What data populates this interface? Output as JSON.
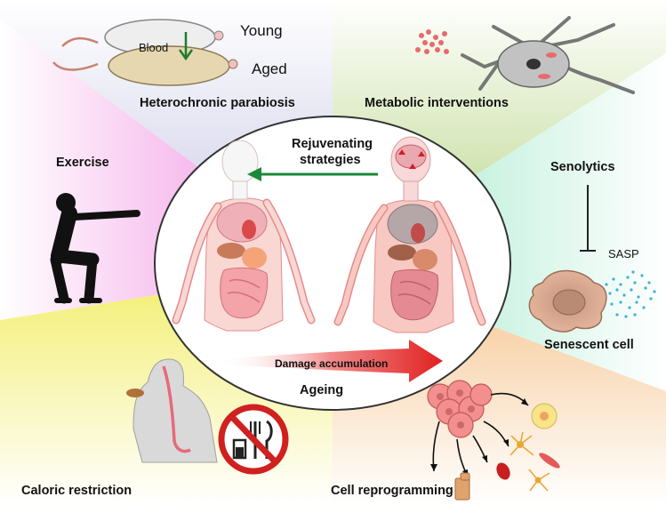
{
  "sections": {
    "parabiosis": {
      "title": "Heterochronic parabiosis",
      "young": "Young",
      "aged": "Aged",
      "blood": "Blood"
    },
    "metabolic": {
      "title": "Metabolic interventions"
    },
    "exercise": {
      "title": "Exercise"
    },
    "senolytics": {
      "title": "Senolytics",
      "sasp": "SASP",
      "cell": "Senescent cell"
    },
    "caloric": {
      "title": "Caloric restriction"
    },
    "reprogramming": {
      "title": "Cell reprogramming"
    }
  },
  "center": {
    "rejuvenating_line1": "Rejuvenating",
    "rejuvenating_line2": "strategies",
    "damage": "Damage accumulation",
    "ageing": "Ageing"
  },
  "colors": {
    "parabiosis_bg": "#dcdcef",
    "metabolic_bg": "#d7e7b8",
    "exercise_bg": "#f5b3ea",
    "senolytics_bg": "#bff0dc",
    "caloric_bg": "#f6f39a",
    "reprogramming_bg": "#f9d9b4",
    "rejuvenating_arrow": "#1a8a3a",
    "ageing_arrow": "#e02020"
  }
}
